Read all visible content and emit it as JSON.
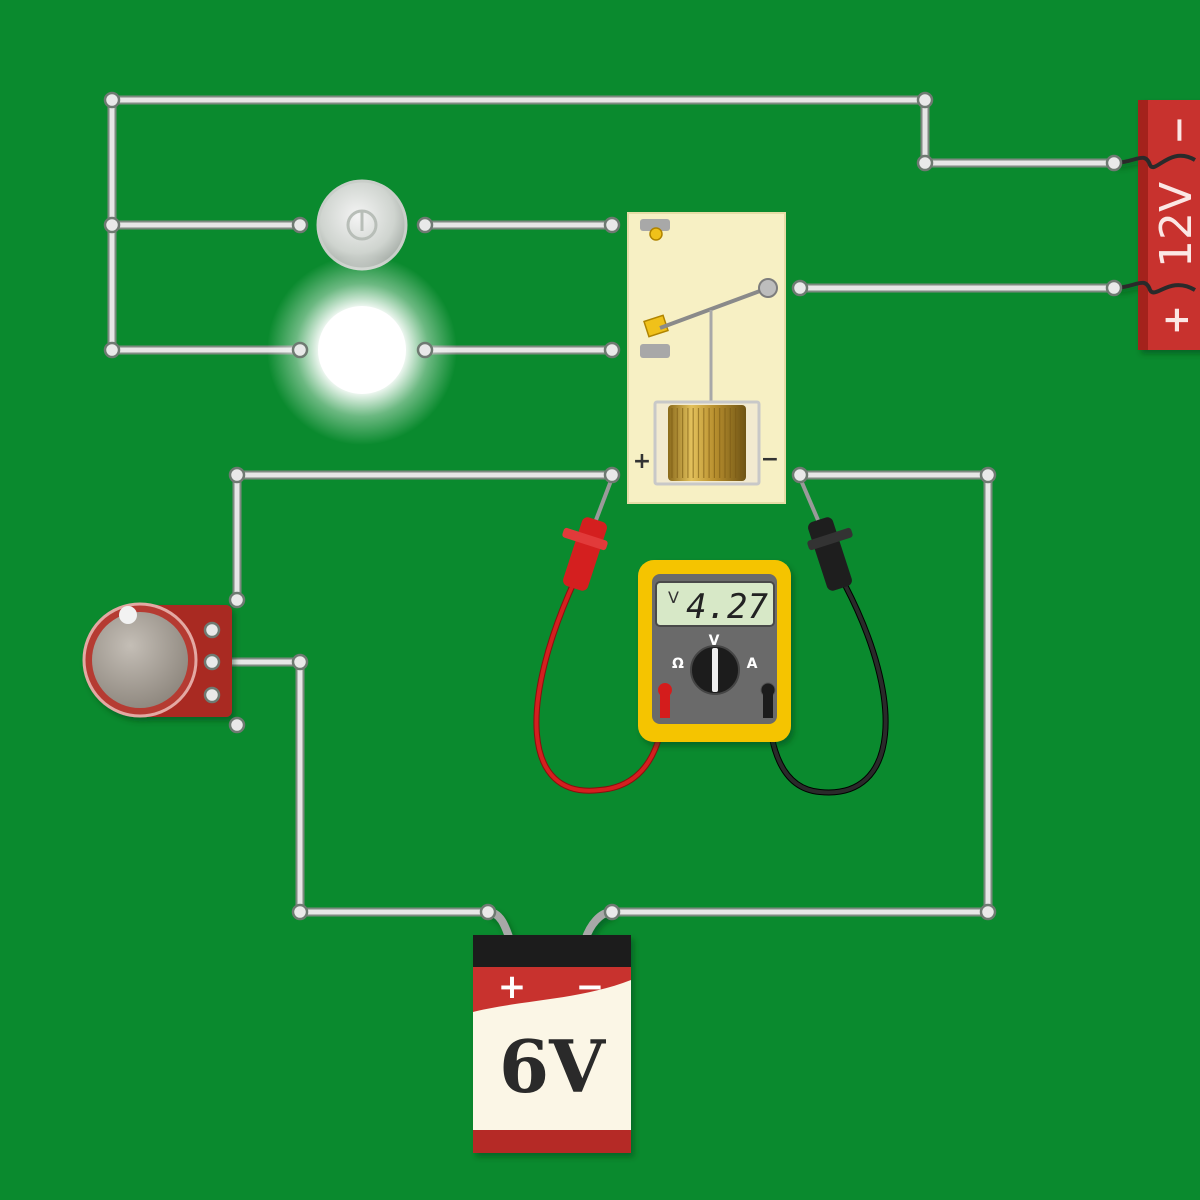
{
  "canvas": {
    "background": "#0a8a2e"
  },
  "colors": {
    "wire": "#e6e6e6",
    "wire_edge": "#7d8a80",
    "battery_red": "#c8312f",
    "battery_cream": "#fbf6e6",
    "relay_base": "#f7f0c4",
    "meter_yellow": "#f5c400",
    "meter_display": "#d7e8c7",
    "lead_red": "#d41f1f",
    "lead_black": "#1a1a1a",
    "coil_gold": "#c9a13a"
  },
  "battery_12v": {
    "label": "12V",
    "plus_label": "+",
    "minus_label": "−"
  },
  "battery_6v": {
    "label": "6V",
    "plus_label": "+",
    "minus_label": "−"
  },
  "relay": {
    "coil_plus_label": "+",
    "coil_minus_label": "−"
  },
  "lamps": [
    {
      "state": "off"
    },
    {
      "state": "on"
    }
  ],
  "multimeter": {
    "reading": "4.27",
    "unit_indicator": "V",
    "dial_labels": {
      "ohm": "Ω",
      "volt": "V",
      "amp": "A"
    },
    "mode": "V"
  },
  "potentiometer": {
    "icon": "rotary-knob-icon"
  }
}
